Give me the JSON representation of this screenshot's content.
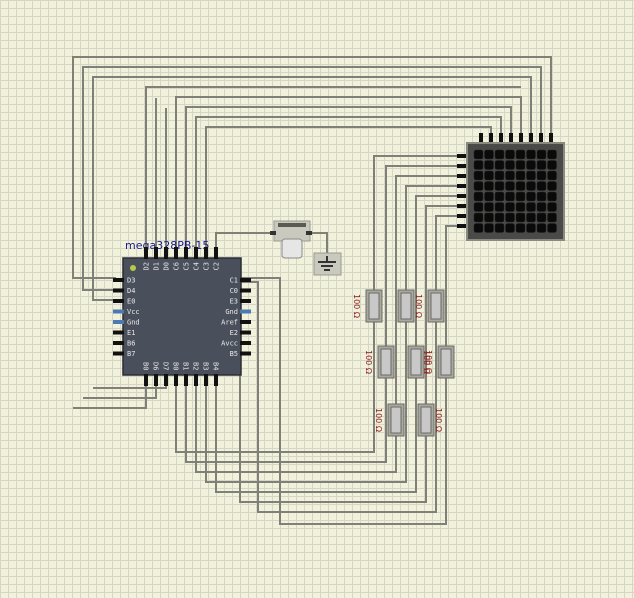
{
  "chip": {
    "name": "mega328PB-15",
    "left_pins": [
      "D3",
      "D4",
      "E0",
      "Vcc",
      "Gnd",
      "E1",
      "B6",
      "B7"
    ],
    "top_pins": [
      "D2",
      "D1",
      "D0",
      "C6",
      "C5",
      "C4",
      "C3",
      "C2"
    ],
    "right_pins": [
      "C1",
      "C0",
      "E3",
      "Gnd",
      "Aref",
      "E2",
      "Avcc",
      "B5"
    ],
    "bottom_pins": [
      "B0",
      "D6",
      "D7",
      "B0",
      "B1",
      "B2",
      "B3",
      "B4"
    ]
  },
  "resistor_label": "100 Ω",
  "colors": {
    "wire": "#808078",
    "chip_body": "#4a4f5c",
    "power_pin": "#4a7ab0",
    "led_off": "#0a0a0a",
    "resistor_body": "#c8c8c8"
  },
  "components": {
    "led_matrix": "led-matrix-8x8",
    "push_button": "push-button",
    "ground": "ground-symbol",
    "resistor_count": 8
  }
}
